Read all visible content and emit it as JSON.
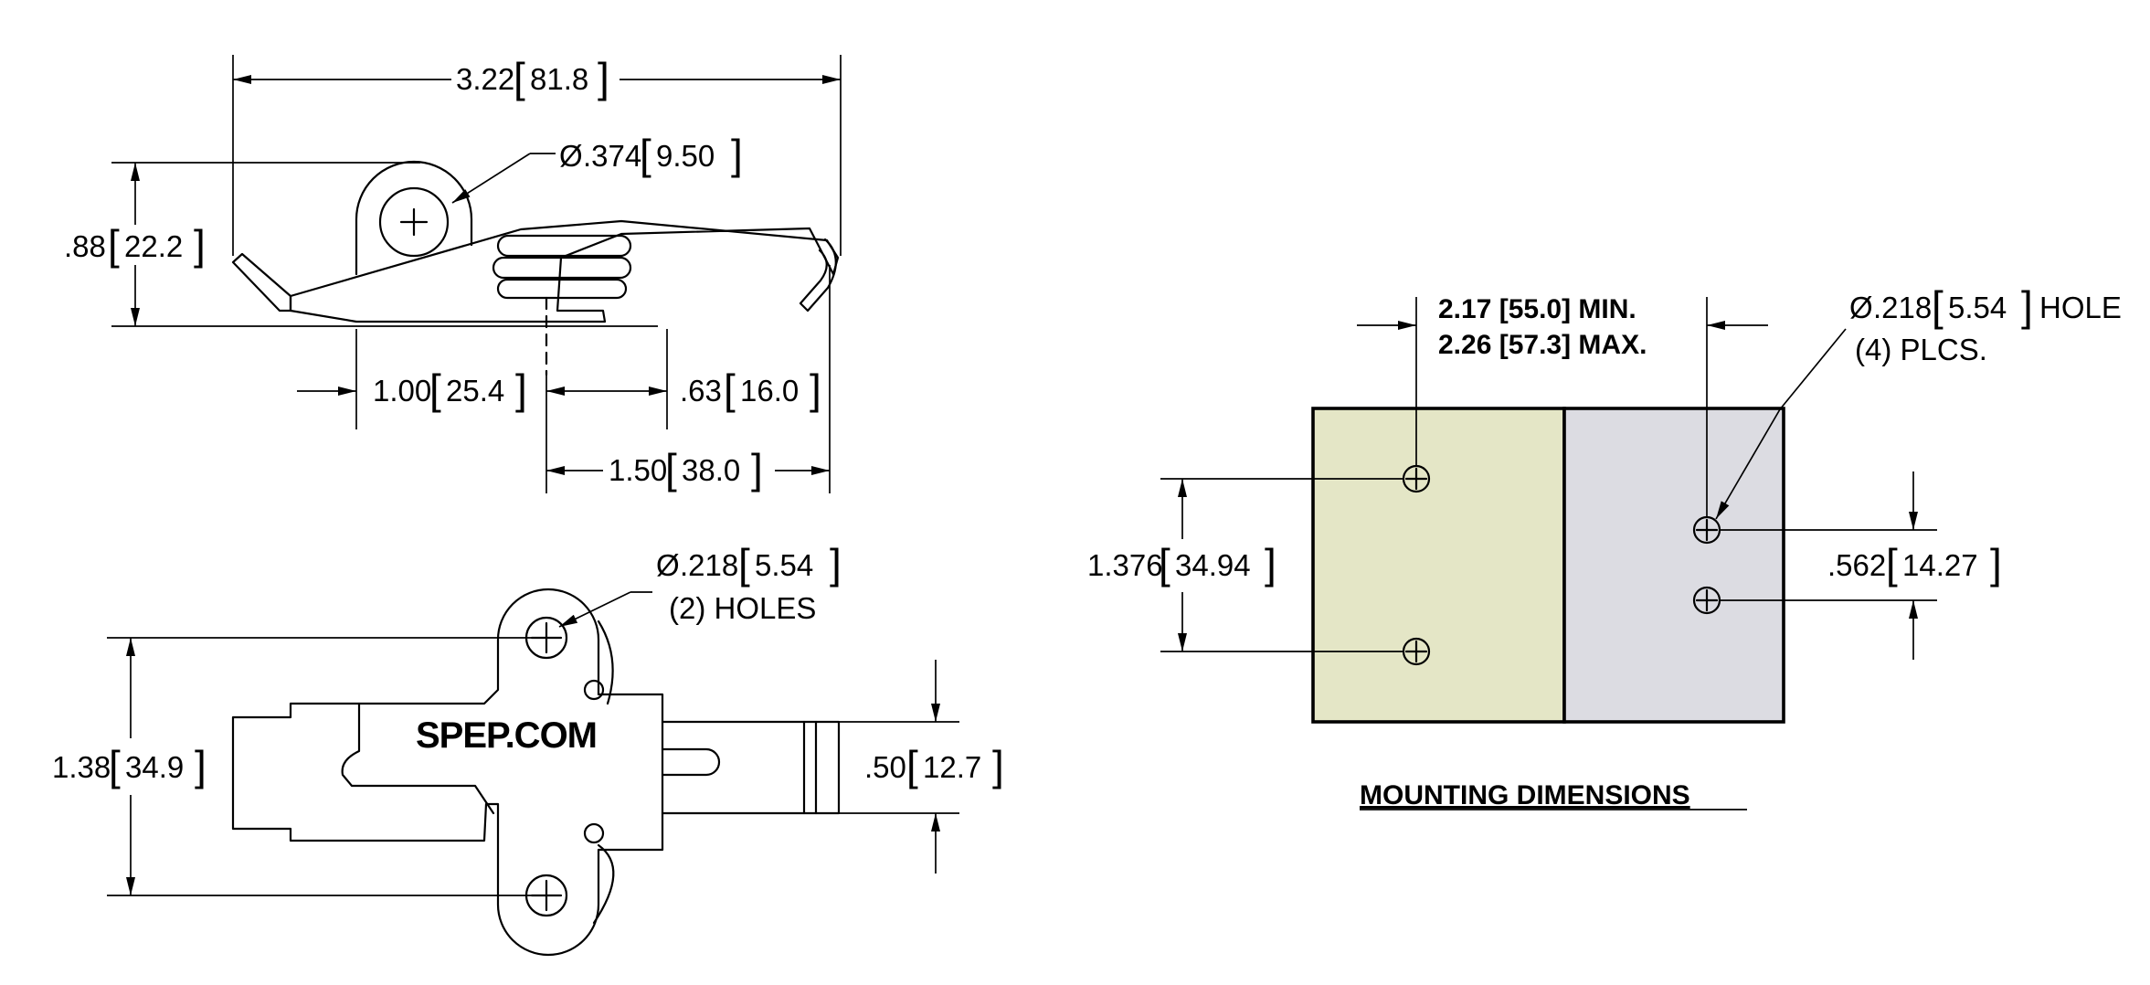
{
  "colors": {
    "left_plate": "#e4e6c6",
    "right_plate": "#dcdce2",
    "line": "#000000"
  },
  "side_view": {
    "overall_length": {
      "in": "3.22",
      "mm": "81.8"
    },
    "height": {
      "in": ".88",
      "mm": "22.2"
    },
    "pivot_diameter": {
      "symbol": "Ø",
      "in": ".374",
      "mm": "9.50"
    },
    "base_offset": {
      "in": "1.00",
      "mm": "25.4"
    },
    "hook_offset": {
      "in": ".63",
      "mm": "16.0"
    },
    "center_to_hook": {
      "in": "1.50",
      "mm": "38.0"
    }
  },
  "top_view": {
    "logo": "SPEP.COM",
    "hole_diameter": {
      "symbol": "Ø",
      "in": ".218",
      "mm": "5.54"
    },
    "hole_note": "(2) HOLES",
    "hole_spacing": {
      "in": "1.38",
      "mm": "34.9"
    },
    "keeper_width": {
      "in": ".50",
      "mm": "12.7"
    }
  },
  "mounting": {
    "title": "MOUNTING DIMENSIONS",
    "min_line": "2.17 [55.0] MIN.",
    "max_line": "2.26 [57.3] MAX.",
    "hole_diameter": {
      "symbol": "Ø",
      "in": ".218",
      "mm": "5.54"
    },
    "hole_word": "HOLE",
    "hole_note": "(4) PLCS.",
    "left_spacing": {
      "in": "1.376",
      "mm": "34.94"
    },
    "right_spacing": {
      "in": ".562",
      "mm": "14.27"
    }
  }
}
